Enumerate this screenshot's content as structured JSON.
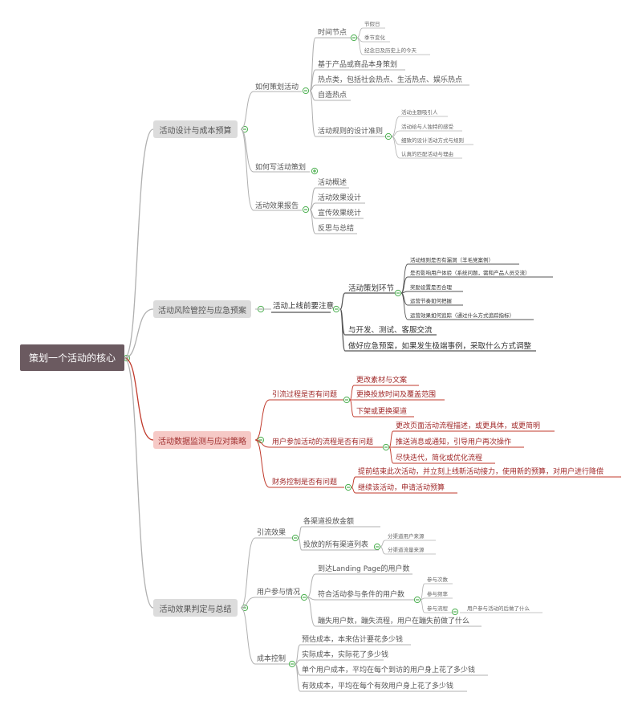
{
  "root": "策划一个活动的核心",
  "branches": [
    {
      "label": "活动设计与成本预算",
      "children": [
        {
          "label": "如何策划活动",
          "children": [
            {
              "label": "时间节点",
              "children": [
                "节假日",
                "季节变化",
                "纪念日及历史上的今天"
              ]
            },
            {
              "label": "基于产品或商品本身策划"
            },
            {
              "label": "热点类，包括社会热点、生活热点、娱乐热点"
            },
            {
              "label": "自造热点"
            },
            {
              "label": "活动规则的设计准则",
              "children": [
                "活动主题吸引人",
                "活动给与人独特的感受",
                "细致的设计活动方式与规则",
                "认真的匹配活动与理由"
              ]
            }
          ]
        },
        {
          "label": "如何写活动策划"
        },
        {
          "label": "活动效果报告",
          "children": [
            {
              "label": "活动概述"
            },
            {
              "label": "活动效果设计"
            },
            {
              "label": "宣传效果统计"
            },
            {
              "label": "反思与总结"
            }
          ]
        }
      ]
    },
    {
      "label": "活动风险管控与应急预案",
      "children": [
        {
          "label": "活动上线前要注意",
          "children": [
            {
              "label": "活动策划环节",
              "children": [
                "活动规则是否有漏洞（羊毛党案例）",
                "是否影响用户体验（系统问题，需和产品人员交流）",
                "奖励设置是否合理",
                "运营节奏如何把握",
                "运营效果如何追踪（通过什么方式追踪指标）"
              ]
            },
            {
              "label": "与开发、测试、客服交流"
            },
            {
              "label": "做好应急预案，如果发生极端事例，采取什么方式调整"
            }
          ]
        }
      ]
    },
    {
      "label": "活动数据监测与应对策略",
      "children": [
        {
          "label": "引流过程是否有问题",
          "children": [
            "更改素材与文案",
            "更换投放时间及覆盖范围",
            "下架或更换渠道"
          ]
        },
        {
          "label": "用户参加活动的流程是否有问题",
          "children": [
            "更改页面活动流程描述，或更具体，或更简明",
            "推送消息或通知，引导用户再次操作",
            "尽快迭代，简化或优化流程"
          ]
        },
        {
          "label": "财务控制是否有问题",
          "children": [
            "提前结束此次活动，并立刻上线新活动接力，使用新的预算，对用户进行降偿",
            "继续该活动，申请活动预算"
          ]
        }
      ]
    },
    {
      "label": "活动效果判定与总结",
      "children": [
        {
          "label": "引流效果",
          "children": [
            {
              "label": "各渠道投放金额"
            },
            {
              "label": "投放的所有渠道列表",
              "children": [
                "分渠道用户来源",
                "分渠道流量来源"
              ]
            }
          ]
        },
        {
          "label": "用户参与情况",
          "children": [
            {
              "label": "到达Landing Page的用户数"
            },
            {
              "label": "符合活动参与条件的用户数",
              "children": [
                "参与次数",
                "参与频率",
                "参与流程"
              ],
              "extra": "用户参与活动的后做了什么"
            },
            {
              "label": "蹦失用户数，蹦失流程，用户在蹦失前做了什么"
            }
          ]
        },
        {
          "label": "成本控制",
          "children": [
            {
              "label": "预估成本，本来估计要花多少钱"
            },
            {
              "label": "实际成本，实际花了多少钱"
            },
            {
              "label": "单个用户成本，平均在每个到访的用户身上花了多少钱"
            },
            {
              "label": "有效成本，平均在每个有效用户身上花了多少钱"
            }
          ]
        }
      ]
    }
  ],
  "colors": {
    "line": "#aaaaaa",
    "root_bg": "#6b5a60",
    "main_bg": "#dcdcdc",
    "red": "#c0392b",
    "red_bg": "#f6c9c6",
    "gray_line": "#b0b0b0",
    "toggle": "#4caf50"
  },
  "icons": {
    "collapse": "minus-circle-icon",
    "expand": "plus-circle-icon"
  }
}
